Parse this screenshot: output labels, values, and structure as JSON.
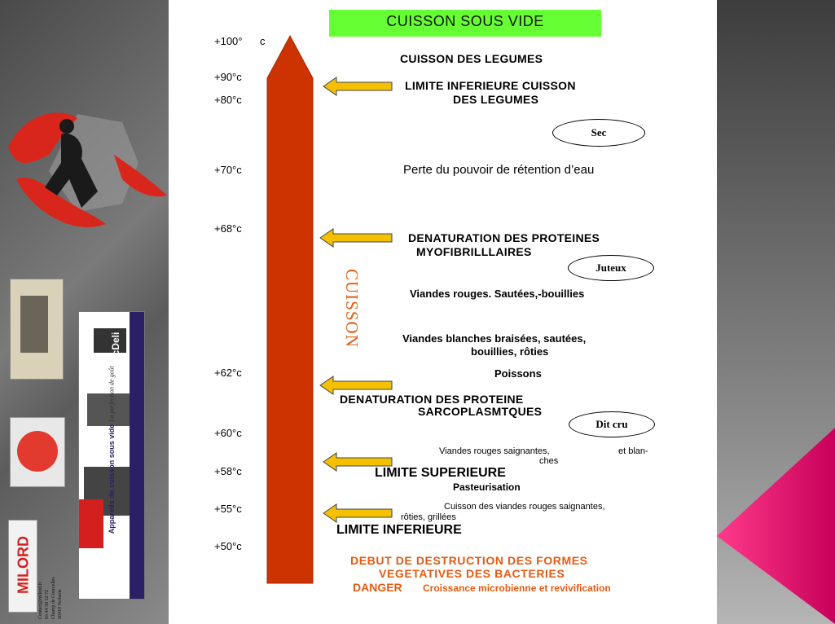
{
  "slide": {
    "title": "CUISSON SOUS VIDE",
    "vertical_label": "CUISSON",
    "temps": [
      "+100°",
      "c",
      "+90°c",
      "+80°c",
      "+70°c",
      "+68°c",
      "+62°c",
      "+60°c",
      "+58°c",
      "+55°c",
      "+50°c"
    ],
    "texts": {
      "cuisson_legumes": "CUISSON DES LEGUMES",
      "limite_legumes_1": "LIMITE INFERIEURE CUISSON",
      "limite_legumes_2": "DES  LEGUMES",
      "perte": "Perte du pouvoir de rétention d’eau",
      "denat_myo_1": "DENATURATION DES PROTEINES",
      "denat_myo_2": "MYOFIBRILLLAIRES",
      "viandes_rouges": "Viandes rouges. Sautées,-bouillies",
      "viandes_blanches_1": "Viandes blanches braisées, sautées,",
      "viandes_blanches_2": "bouillies, rôties",
      "poissons": "Poissons",
      "denat_sarco_1": "DENATURATION DES PROTEINE",
      "denat_sarco_2": "SARCOPLASMTQUES",
      "saignantes_1": "Viandes rouges saignantes,",
      "saignantes_2": "et blan-",
      "saignantes_3": "ches",
      "limite_sup": "LIMITE SUPERIEURE",
      "pasteurisation": "Pasteurisation",
      "cuisson_saignantes_1": "Cuisson des viandes rouges saignantes,",
      "cuisson_saignantes_2": "rôties, grillées",
      "limite_inf": "LIMITE INFERIEURE",
      "debut_1": "DEBUT DE DESTRUCTION DES FORMES",
      "debut_2": "VEGETATIVES DES BACTERIES",
      "danger": "DANGER",
      "croissance": "Croissance microbienne et  revivification"
    },
    "ovals": {
      "sec": "Sec",
      "juteux": "Juteux",
      "dit_cru": "Dit cru"
    }
  },
  "sidebar": {
    "product_label": "Appareils de cuisson sous vide",
    "brand": "DocDeli",
    "tagline": "La perfection de goût",
    "milord": "MILORD",
    "contact_lines": [
      "Contact@milord.fr",
      "03 44 58 12 72",
      "Champ de Courcelles",
      "60410 Verberie"
    ]
  },
  "colors": {
    "arrow": "#cc3300",
    "title_bg": "#66ff33",
    "pointer": "#f5c000",
    "orange_text": "#e85a10",
    "magenta": "#e0006a"
  }
}
